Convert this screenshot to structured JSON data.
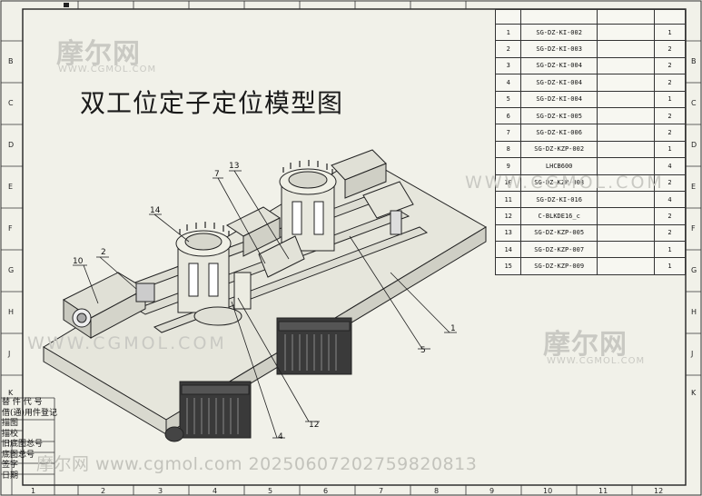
{
  "title": "双工位定子定位模型图",
  "bom_rows": [
    {
      "no": "1",
      "code": "SG-DZ-KI-002",
      "qty": "1"
    },
    {
      "no": "2",
      "code": "SG-DZ-KI-003",
      "qty": "2"
    },
    {
      "no": "3",
      "code": "SG-DZ-KI-004",
      "qty": "2"
    },
    {
      "no": "4",
      "code": "SG-DZ-KI-004",
      "qty": "2"
    },
    {
      "no": "5",
      "code": "SG-DZ-KI-004",
      "qty": "1"
    },
    {
      "no": "6",
      "code": "SG-DZ-KI-005",
      "qty": "2"
    },
    {
      "no": "7",
      "code": "SG-DZ-KI-006",
      "qty": "2"
    },
    {
      "no": "8",
      "code": "SG-DZ-KZP-002",
      "qty": "1"
    },
    {
      "no": "9",
      "code": "LHCB600",
      "qty": "4"
    },
    {
      "no": "10",
      "code": "SG-DZ-KZP-003",
      "qty": "2"
    },
    {
      "no": "11",
      "code": "SG-DZ-KI-016",
      "qty": "4"
    },
    {
      "no": "12",
      "code": "C-BLKDE16_c",
      "qty": "2"
    },
    {
      "no": "13",
      "code": "SG-DZ-KZP-005",
      "qty": "2"
    },
    {
      "no": "14",
      "code": "SG-DZ-KZP-007",
      "qty": "1"
    },
    {
      "no": "15",
      "code": "SG-DZ-KZP-009",
      "qty": "1"
    }
  ],
  "callouts": [
    "1",
    "2",
    "4",
    "5",
    "7",
    "10",
    "12",
    "13",
    "14"
  ],
  "row_labels": [
    "B",
    "C",
    "D",
    "E",
    "F",
    "G",
    "H",
    "J",
    "K"
  ],
  "col_labels": [
    "1",
    "2",
    "3",
    "4",
    "5",
    "6",
    "7",
    "8",
    "9",
    "10",
    "11",
    "12"
  ],
  "watermark": {
    "logo": "摩尔网",
    "url": "WWW.CGMOL.COM",
    "big": "WWW.CGMOL.COM"
  },
  "revision_block": [
    "替 件 代 号",
    "借(通)用件登记",
    "描图",
    "描校",
    "旧底图总号",
    "底图总号",
    "签字",
    "日期"
  ],
  "footer": "摩尔网 www.cgmol.com 20250607202759820813"
}
